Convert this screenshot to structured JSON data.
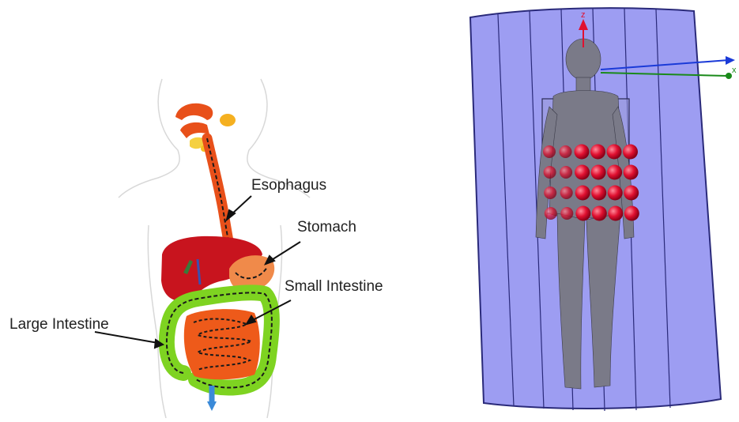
{
  "labels": {
    "esophagus": "Esophagus",
    "stomach": "Stomach",
    "small_intestine": "Small Intestine",
    "large_intestine": "Large Intestine"
  },
  "axes": {
    "z": "z",
    "x": "x"
  },
  "colors": {
    "esophagus": "#e8501a",
    "liver": "#c8141e",
    "stomach": "#f08a4a",
    "small_intestine": "#ee5a1a",
    "large_intestine": "#7ed321",
    "cylinder_fill": "#8c8cf0",
    "cylinder_edge": "#2a2a7a",
    "body_mesh": "#6a6a78",
    "sphere": "#e01030",
    "axis_blue": "#1a3ad8",
    "axis_green": "#1a8a1a",
    "axis_red": "#e01030"
  },
  "sphere_grid": {
    "rows": 4,
    "cols": 6
  }
}
